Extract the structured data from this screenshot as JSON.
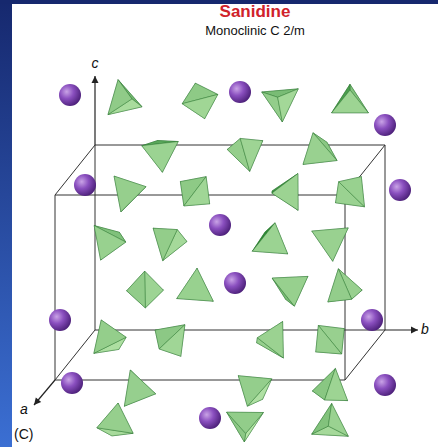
{
  "diagram": {
    "title": "Sanidine",
    "labels": [
      "Monoclinic C 2/m",
      "c",
      "b",
      "a",
      "(C)"
    ]
  }
}
